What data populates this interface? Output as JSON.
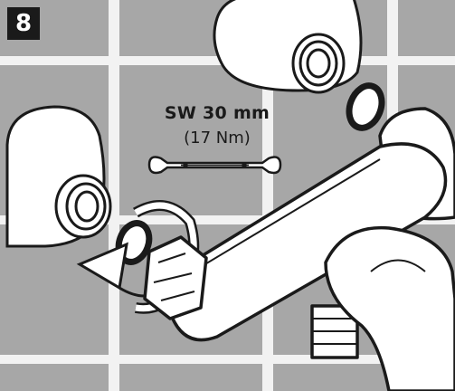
{
  "step": {
    "number": "8"
  },
  "specs": {
    "wrench_size": "SW 30 mm",
    "torque": "(17 Nm)"
  },
  "icons": {
    "wrench": "open-end-wrench-icon",
    "rotation": "clockwise-rotation-arrow-icon"
  },
  "colors": {
    "tile": "#a7a7a7",
    "grout": "#f2f2f2",
    "line": "#1a1a1a",
    "badge": "#1a1a1a"
  }
}
